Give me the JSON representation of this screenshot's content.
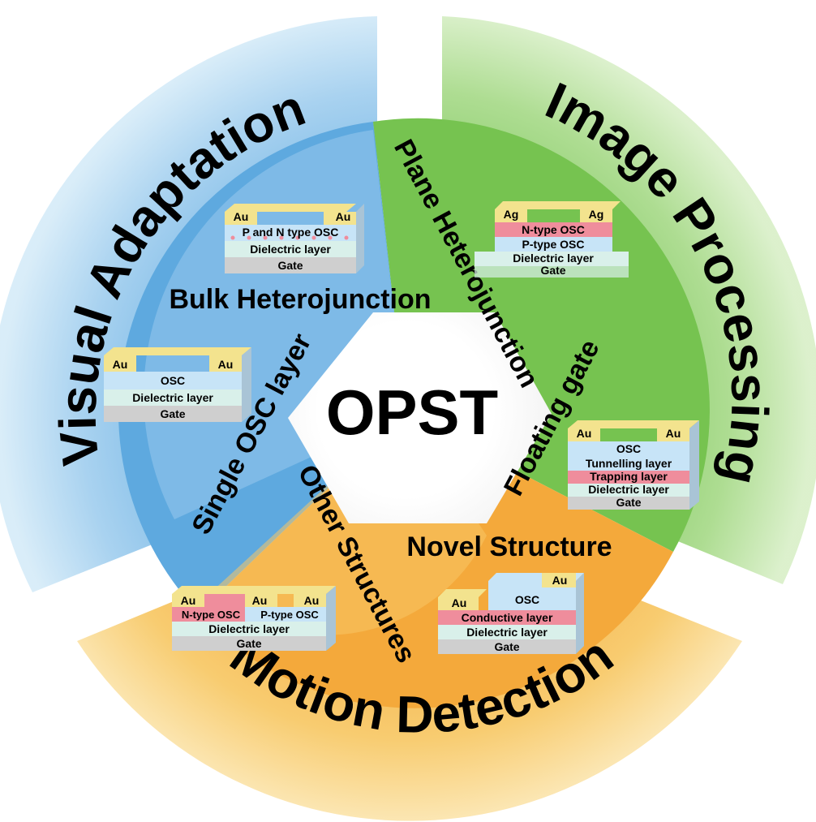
{
  "center": {
    "label": "OPST"
  },
  "outer_ring": {
    "visual_adaptation": "Visual Adaptation",
    "image_processing": "Image Processing",
    "motion_detection": "Motion Detection"
  },
  "sectors": {
    "bulk_heterojunction": "Bulk Heterojunction",
    "plane_heterojunction": "Plane Heterojunction",
    "single_osc_layer": "Single OSC layer",
    "floating_gate": "Floating gate",
    "other_structures": "Other Structures",
    "novel_structure": "Novel Structure"
  },
  "devices": {
    "bulk": {
      "electrode_left": "Au",
      "electrode_right": "Au",
      "layers": [
        "P and N type OSC",
        "Dielectric layer",
        "Gate"
      ]
    },
    "plane": {
      "electrode_left": "Ag",
      "electrode_right": "Ag",
      "layers": [
        "N-type OSC",
        "P-type OSC",
        "Dielectric layer",
        "Gate"
      ]
    },
    "single": {
      "electrode_left": "Au",
      "electrode_right": "Au",
      "layers": [
        "OSC",
        "Dielectric layer",
        "Gate"
      ]
    },
    "floating": {
      "electrode_left": "Au",
      "electrode_right": "Au",
      "layers": [
        "OSC",
        "Tunnelling layer",
        "Trapping layer",
        "Dielectric layer",
        "Gate"
      ]
    },
    "other": {
      "electrode_labels": [
        "Au",
        "Au",
        "Au"
      ],
      "osc_left": "N-type OSC",
      "osc_right": "P-type OSC",
      "layers": [
        "Dielectric layer",
        "Gate"
      ]
    },
    "novel": {
      "electrode_left": "Au",
      "electrode_right": "Au",
      "layers": [
        "OSC",
        "Conductive layer",
        "Dielectric layer",
        "Gate"
      ]
    }
  },
  "colors": {
    "blue_ring": "#a9d4ef",
    "green_ring": "#9fd67a",
    "orange_ring": "#f6c25a",
    "electrode": "#f3e38e",
    "osc": "#c7e4f7",
    "red_layer": "#ef8d9c",
    "dielectric": "#d9f0ea",
    "gate": "#cfcfcf"
  }
}
